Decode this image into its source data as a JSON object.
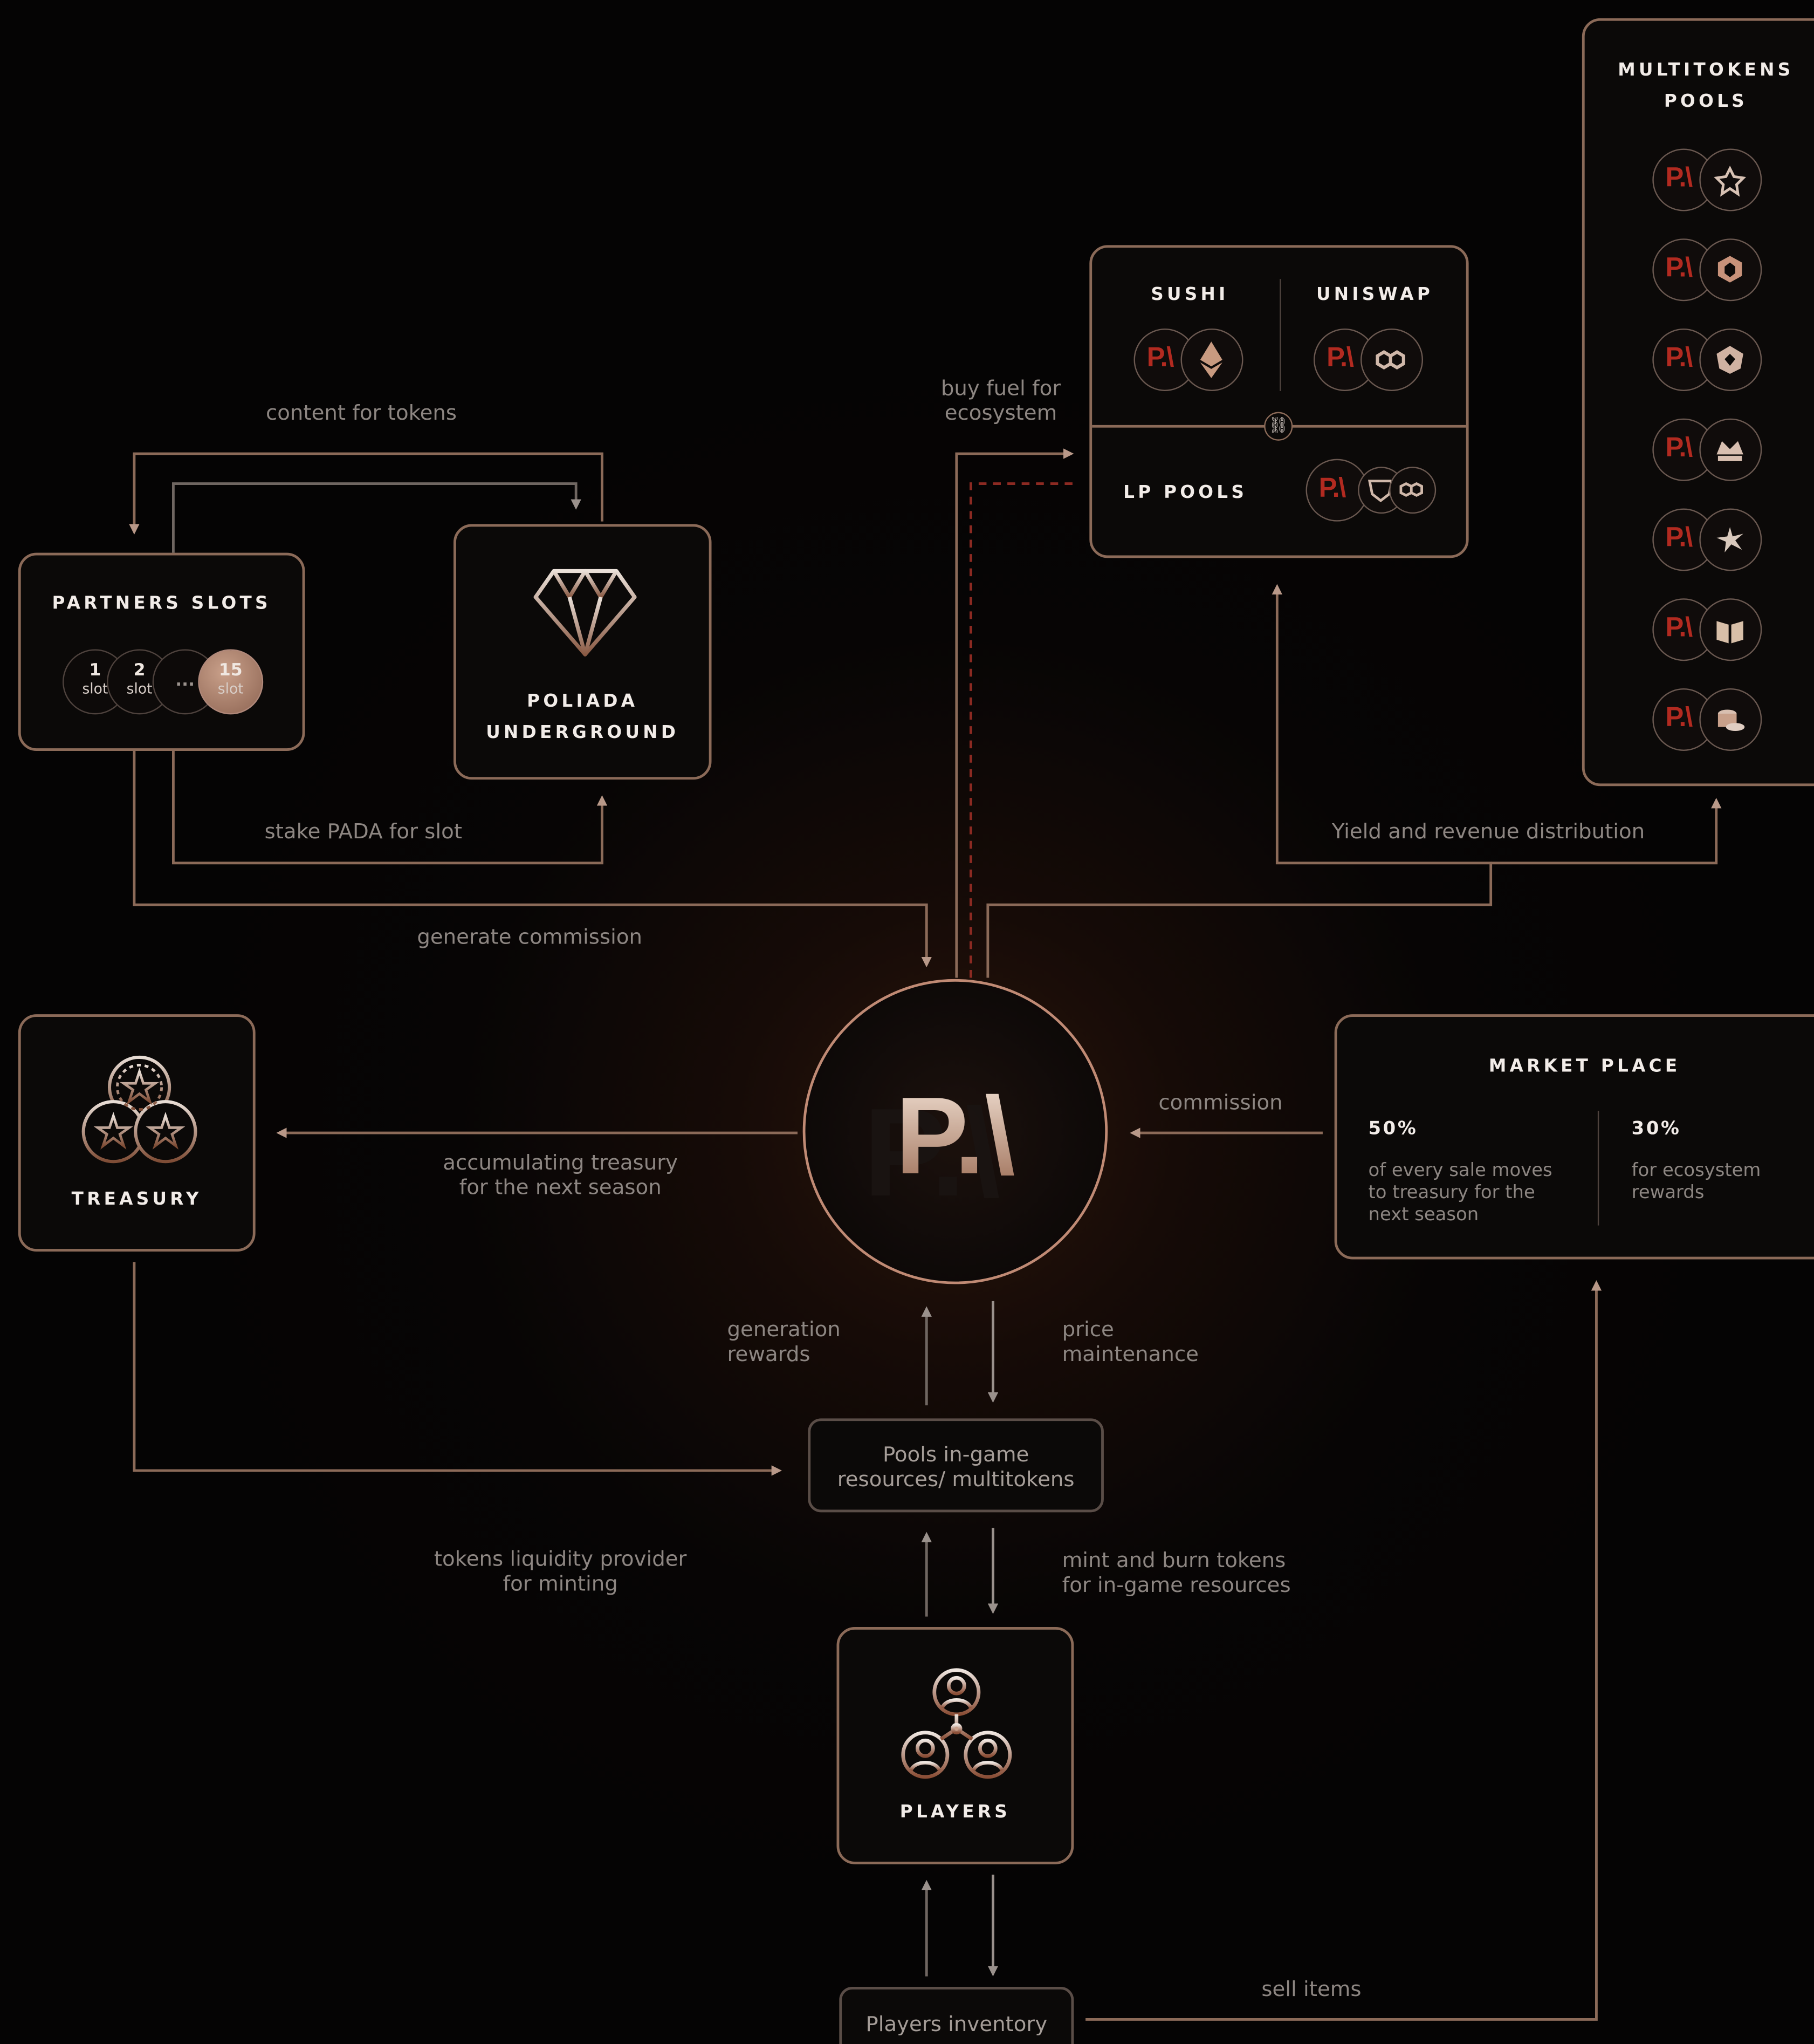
{
  "nodes": {
    "center_logo": "P.\\",
    "partners_slots": {
      "title": "PARTNERS SLOTS",
      "slots": [
        {
          "num": "1",
          "sub": "slot"
        },
        {
          "num": "2",
          "sub": "slot"
        },
        {
          "num": "...",
          "sub": ""
        },
        {
          "num": "15",
          "sub": "slot"
        }
      ]
    },
    "poliada_underground": {
      "title_line1": "POLIADA",
      "title_line2": "UNDERGROUND"
    },
    "treasury": {
      "title": "TREASURY"
    },
    "dex": {
      "sushi": "SUSHI",
      "uniswap": "UNISWAP",
      "lp_pools": "LP POOLS",
      "token_prefix": "P.\\"
    },
    "multitokens": {
      "title_line1": "MULTITOKENS",
      "title_line2": "POOLS",
      "count": 7
    },
    "market_place": {
      "title": "MARKET PLACE",
      "left_value": "50%",
      "left_desc": [
        "of every sale moves",
        "to treasury for the",
        "next season"
      ],
      "right_value": "30%",
      "right_desc": [
        "for ecosystem",
        "rewards"
      ]
    },
    "pools_ingame": [
      "Pools in-game",
      "resources/ multitokens"
    ],
    "players": {
      "title": "PLAYERS"
    },
    "players_inventory": "Players inventory"
  },
  "edges": {
    "content_for_tokens": "content for tokens",
    "stake_pada": "stake PADA for slot",
    "generate_commission": "generate commission",
    "buy_fuel": [
      "buy fuel for",
      "ecosystem"
    ],
    "yield_revenue": "Yield and revenue distribution",
    "accumulating_treasury": [
      "accumulating treasury",
      "for the next season"
    ],
    "commission": "commission",
    "generation_rewards": [
      "generation",
      "rewards"
    ],
    "price_maintenance": [
      "price",
      "maintenance"
    ],
    "tokens_liquidity": [
      "tokens liquidity provider",
      "for minting"
    ],
    "mint_burn": [
      "mint and burn tokens",
      "for in-game resources"
    ],
    "sell_items": "sell items"
  },
  "colors": {
    "background": "#050404",
    "wire_copper": "#8b6a58",
    "wire_grey": "#6f6661",
    "dashed_red": "#8c2a22",
    "token_red": "#b22a20",
    "text_muted": "#8d8682",
    "text_bright": "#f2ece8"
  }
}
